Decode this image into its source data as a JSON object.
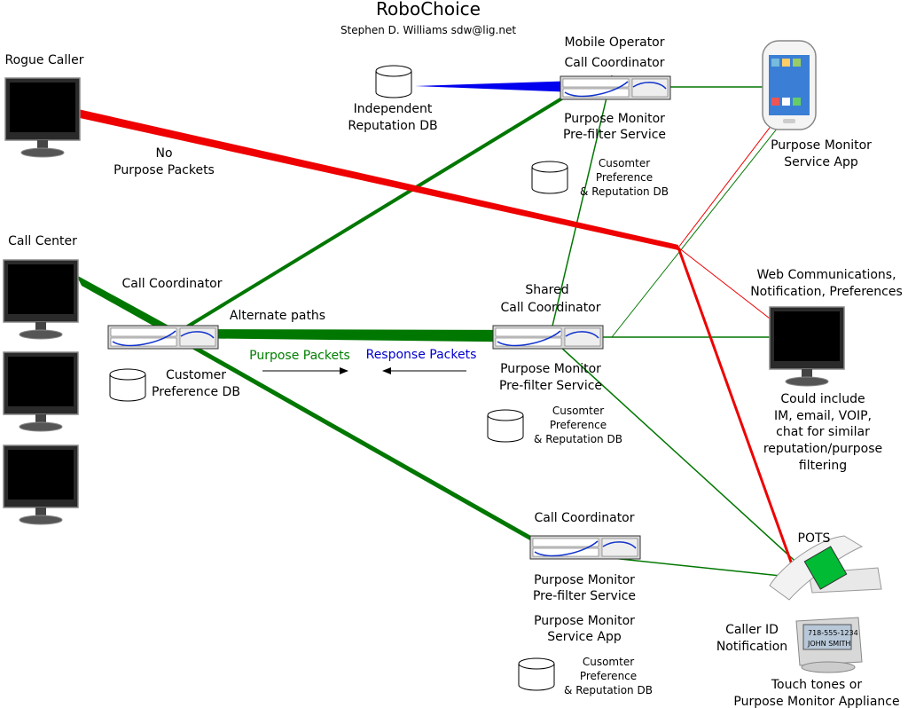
{
  "title": "RoboChoice",
  "author": "Stephen D. Williams sdw@lig.net",
  "labels": {
    "rogue_caller": "Rogue Caller",
    "no_purpose_1": "No",
    "no_purpose_2": "Purpose Packets",
    "call_center": "Call Center",
    "call_coordinator_left": "Call Coordinator",
    "alternate_paths": "Alternate paths",
    "customer_pref_1": "Customer",
    "customer_pref_2": "Preference DB",
    "purpose_packets": "Purpose Packets",
    "response_packets": "Response Packets",
    "indep_rep_1": "Independent",
    "indep_rep_2": "Reputation DB",
    "mobile_operator": "Mobile Operator",
    "mobile_cc": "Call Coordinator",
    "mobile_pm_1": "Purpose Monitor",
    "mobile_pm_2": "Pre-filter Service",
    "mobile_db_1": "Cusomter",
    "mobile_db_2": "Preference",
    "mobile_db_3": "& Reputation DB",
    "shared_1": "Shared",
    "shared_2": "Call Coordinator",
    "shared_pm_1": "Purpose Monitor",
    "shared_pm_2": "Pre-filter Service",
    "shared_db_1": "Cusomter",
    "shared_db_2": "Preference",
    "shared_db_3": "& Reputation DB",
    "bottom_cc": "Call Coordinator",
    "bottom_pm_1": "Purpose Monitor",
    "bottom_pm_2": "Pre-filter Service",
    "bottom_app_1": "Purpose Monitor",
    "bottom_app_2": "Service App",
    "bottom_db_1": "Cusomter",
    "bottom_db_2": "Preference",
    "bottom_db_3": "& Reputation DB",
    "phone_app_1": "Purpose Monitor",
    "phone_app_2": "Service App",
    "web_1": "Web Communications,",
    "web_2": "Notification, Preferences",
    "could_1": "Could include",
    "could_2": "IM, email, VOIP,",
    "could_3": "chat for similar",
    "could_4": "reputation/purpose",
    "could_5": "filtering",
    "pots": "POTS",
    "callerid_1": "Caller ID",
    "callerid_2": "Notification",
    "touch_1": "Touch tones or",
    "touch_2": "Purpose Monitor Appliance",
    "callerid_screen_1": "718-555-1234",
    "callerid_screen_2": "JOHN SMITH"
  },
  "colors": {
    "red": "#ee0000",
    "green": "#007700",
    "blue": "#0000ee"
  }
}
